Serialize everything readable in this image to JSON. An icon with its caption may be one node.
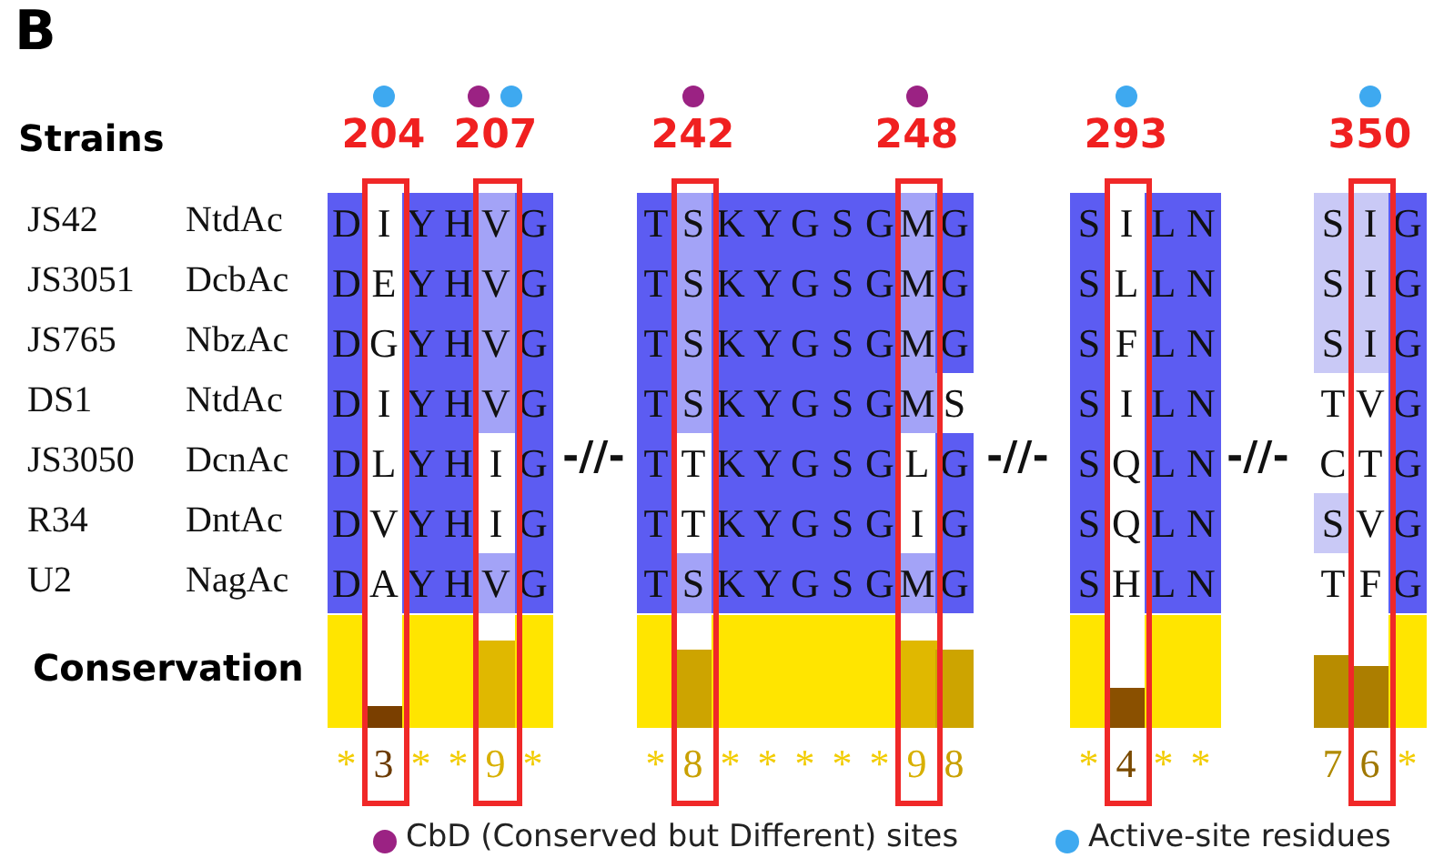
{
  "diagram": {
    "title": "B",
    "labels": [
      "Strains",
      "204",
      "207",
      "242",
      "248",
      "293",
      "350",
      "JS42",
      "NtdAc",
      "D",
      "I",
      "Y",
      "H",
      "V",
      "G",
      "T",
      "S",
      "K",
      "Y",
      "G",
      "S",
      "G",
      "M",
      "G",
      "S",
      "I",
      "L",
      "N",
      "S",
      "I",
      "G",
      "JS3051",
      "DcbAc",
      "D",
      "E",
      "Y",
      "H",
      "V",
      "G",
      "T",
      "S",
      "K",
      "Y",
      "G",
      "S",
      "G",
      "M",
      "G",
      "S",
      "L",
      "L",
      "N",
      "S",
      "I",
      "G",
      "JS765",
      "NbzAc",
      "D",
      "G",
      "Y",
      "H",
      "V",
      "G",
      "T",
      "S",
      "K",
      "Y",
      "G",
      "S",
      "G",
      "M",
      "G",
      "S",
      "F",
      "L",
      "N",
      "S",
      "I",
      "G",
      "DS1",
      "NtdAc",
      "D",
      "I",
      "Y",
      "H",
      "V",
      "G",
      "T",
      "S",
      "K",
      "Y",
      "G",
      "S",
      "G",
      "M",
      "S",
      "S",
      "I",
      "L",
      "N",
      "T",
      "V",
      "G",
      "JS3050",
      "DcnAc",
      "D",
      "L",
      "Y",
      "H",
      "I",
      "G",
      "-//-",
      "T",
      "T",
      "K",
      "Y",
      "G",
      "S",
      "G",
      "L",
      "G",
      "-//-",
      "S",
      "Q",
      "L",
      "N",
      "-//-",
      "C",
      "T",
      "G",
      "R34",
      "DntAc",
      "D",
      "V",
      "Y",
      "H",
      "I",
      "G",
      "T",
      "T",
      "K",
      "Y",
      "G",
      "S",
      "G",
      "I",
      "G",
      "S",
      "Q",
      "L",
      "N",
      "S",
      "V",
      "G",
      "U2",
      "NagAc",
      "D",
      "A",
      "Y",
      "H",
      "V",
      "G",
      "T",
      "S",
      "K",
      "Y",
      "G",
      "S",
      "G",
      "M",
      "G",
      "S",
      "H",
      "L",
      "N",
      "T",
      "F",
      "G",
      "Conservation",
      "*",
      "3",
      "*",
      "*",
      "9",
      "*",
      "*",
      "8",
      "*",
      "*",
      "*",
      "*",
      "*",
      "9",
      "8",
      "*",
      "4",
      "*",
      "*",
      "7",
      "6",
      "*"
    ],
    "legend": [
      {
        "text": "CbD (Conserved but Different) sites",
        "color": "#9b2283"
      },
      {
        "text": "Active-site residues",
        "color": "#3ea9f0"
      }
    ]
  }
}
